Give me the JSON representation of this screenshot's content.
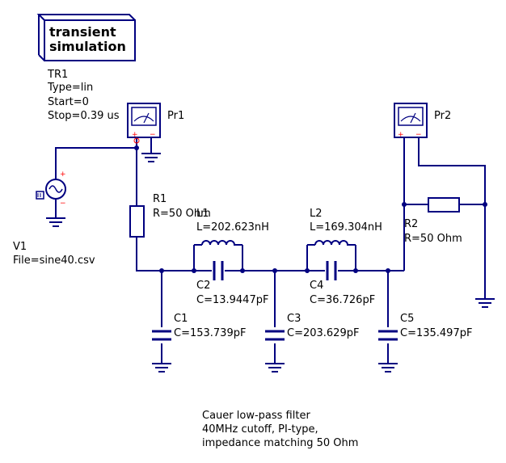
{
  "simulation": {
    "title_line1": "transient",
    "title_line2": "simulation",
    "name": "TR1",
    "type": "Type=lin",
    "start": "Start=0",
    "stop": "Stop=0.39 us"
  },
  "probes": {
    "pr1": {
      "name": "Pr1",
      "plus": "+",
      "minus": "−"
    },
    "pr2": {
      "name": "Pr2",
      "plus": "+",
      "minus": "−"
    }
  },
  "source": {
    "name": "V1",
    "file": "File=sine40.csv",
    "plus": "+",
    "minus": "−"
  },
  "resistors": {
    "r1": {
      "name": "R1",
      "value": "R=50 Ohm"
    },
    "r2": {
      "name": "R2",
      "value": "R=50 Ohm"
    }
  },
  "inductors": {
    "l1": {
      "name": "L1",
      "value": "L=202.623nH"
    },
    "l2": {
      "name": "L2",
      "value": "L=169.304nH"
    }
  },
  "capacitors": {
    "c1": {
      "name": "C1",
      "value": "C=153.739pF"
    },
    "c2": {
      "name": "C2",
      "value": "C=13.9447pF"
    },
    "c3": {
      "name": "C3",
      "value": "C=203.629pF"
    },
    "c4": {
      "name": "C4",
      "value": "C=36.726pF"
    },
    "c5": {
      "name": "C5",
      "value": "C=135.497pF"
    }
  },
  "note": {
    "line1": "Cauer low-pass filter",
    "line2": "40MHz cutoff, PI-type,",
    "line3": "impedance matching 50 Ohm"
  },
  "colors": {
    "wire": "#000080",
    "terminal": "#ff0000",
    "text": "#000000"
  }
}
